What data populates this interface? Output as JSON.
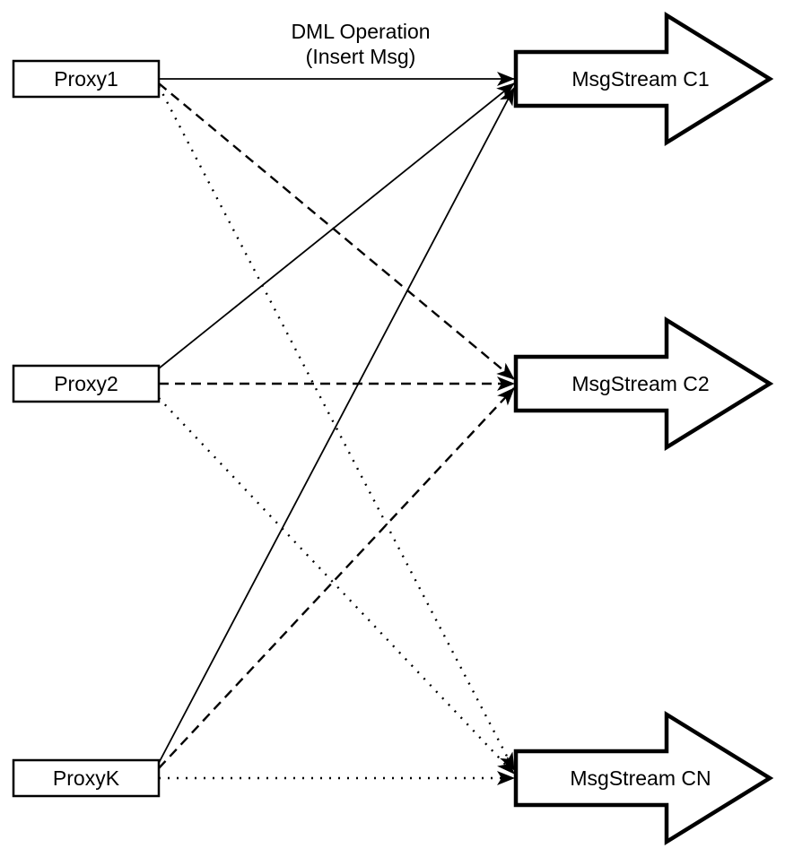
{
  "diagram": {
    "background_color": "#ffffff",
    "stroke_color": "#000000",
    "fill_color": "#ffffff",
    "edge_label": {
      "line1": "DML Operation",
      "line2": "(Insert Msg)"
    },
    "proxies": [
      {
        "label": "Proxy1"
      },
      {
        "label": "Proxy2"
      },
      {
        "label": "ProxyK"
      }
    ],
    "streams": [
      {
        "label": "MsgStream C1"
      },
      {
        "label": "MsgStream C2"
      },
      {
        "label": "MsgStream CN"
      }
    ],
    "edges": [
      {
        "from": "Proxy1",
        "to": "MsgStream C1",
        "style": "solid",
        "label": "DML Operation (Insert Msg)"
      },
      {
        "from": "Proxy2",
        "to": "MsgStream C1",
        "style": "solid"
      },
      {
        "from": "ProxyK",
        "to": "MsgStream C1",
        "style": "solid"
      },
      {
        "from": "Proxy1",
        "to": "MsgStream C2",
        "style": "dashed"
      },
      {
        "from": "Proxy2",
        "to": "MsgStream C2",
        "style": "dashed"
      },
      {
        "from": "ProxyK",
        "to": "MsgStream C2",
        "style": "dashed"
      },
      {
        "from": "Proxy1",
        "to": "MsgStream CN",
        "style": "dotted"
      },
      {
        "from": "Proxy2",
        "to": "MsgStream CN",
        "style": "dotted"
      },
      {
        "from": "ProxyK",
        "to": "MsgStream CN",
        "style": "dotted"
      }
    ]
  }
}
